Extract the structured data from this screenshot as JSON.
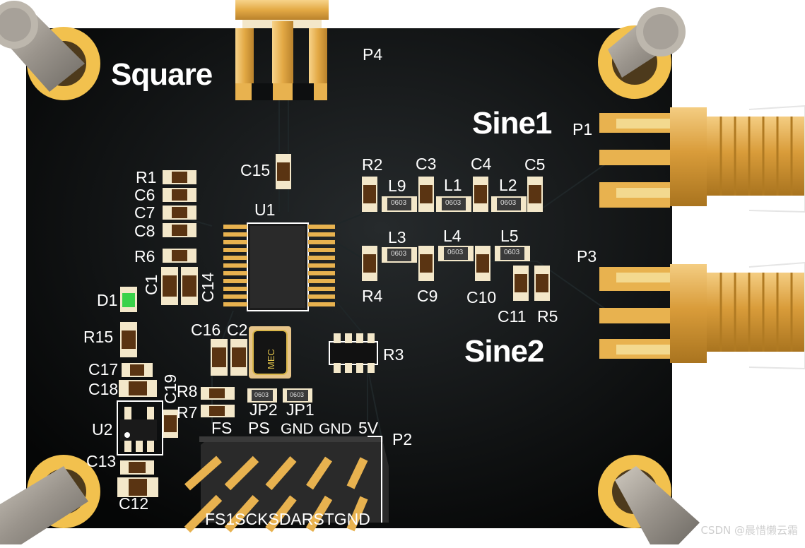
{
  "board_labels": {
    "square": "Square",
    "sine1": "Sine1",
    "sine2": "Sine2"
  },
  "designators": {
    "P4": "P4",
    "P1": "P1",
    "P3": "P3",
    "P2": "P2",
    "U1": "U1",
    "U2": "U2",
    "R1": "R1",
    "R2": "R2",
    "R3": "R3",
    "R4": "R4",
    "R5": "R5",
    "R6": "R6",
    "R7": "R7",
    "R8": "R8",
    "R15": "R15",
    "C1": "C1",
    "C2": "C2",
    "C3": "C3",
    "C4": "C4",
    "C5": "C5",
    "C6": "C6",
    "C7": "C7",
    "C8": "C8",
    "C9": "C9",
    "C10": "C10",
    "C11": "C11",
    "C12": "C12",
    "C13": "C13",
    "C14": "C14",
    "C15": "C15",
    "C16": "C16",
    "C17": "C17",
    "C18": "C18",
    "C19": "C19",
    "L1": "L1",
    "L2": "L2",
    "L3": "L3",
    "L4": "L4",
    "L5": "L5",
    "L9": "L9",
    "D1": "D1",
    "JP1": "JP1",
    "JP2": "JP2"
  },
  "header_top_labels": [
    "FS",
    "PS",
    "GND",
    "GND",
    "5V"
  ],
  "header_bottom_label": "FS1SCKSDARSTGND",
  "inductor_marking": "0603",
  "crystal_marking": "MEC",
  "watermark": "CSDN @晨惜懒云霜",
  "colors": {
    "board": "#0d0f10",
    "gold": "#e8b24f",
    "pad": "#f3e7c9",
    "body_brown": "#5a3412",
    "silk": "#ffffff"
  }
}
